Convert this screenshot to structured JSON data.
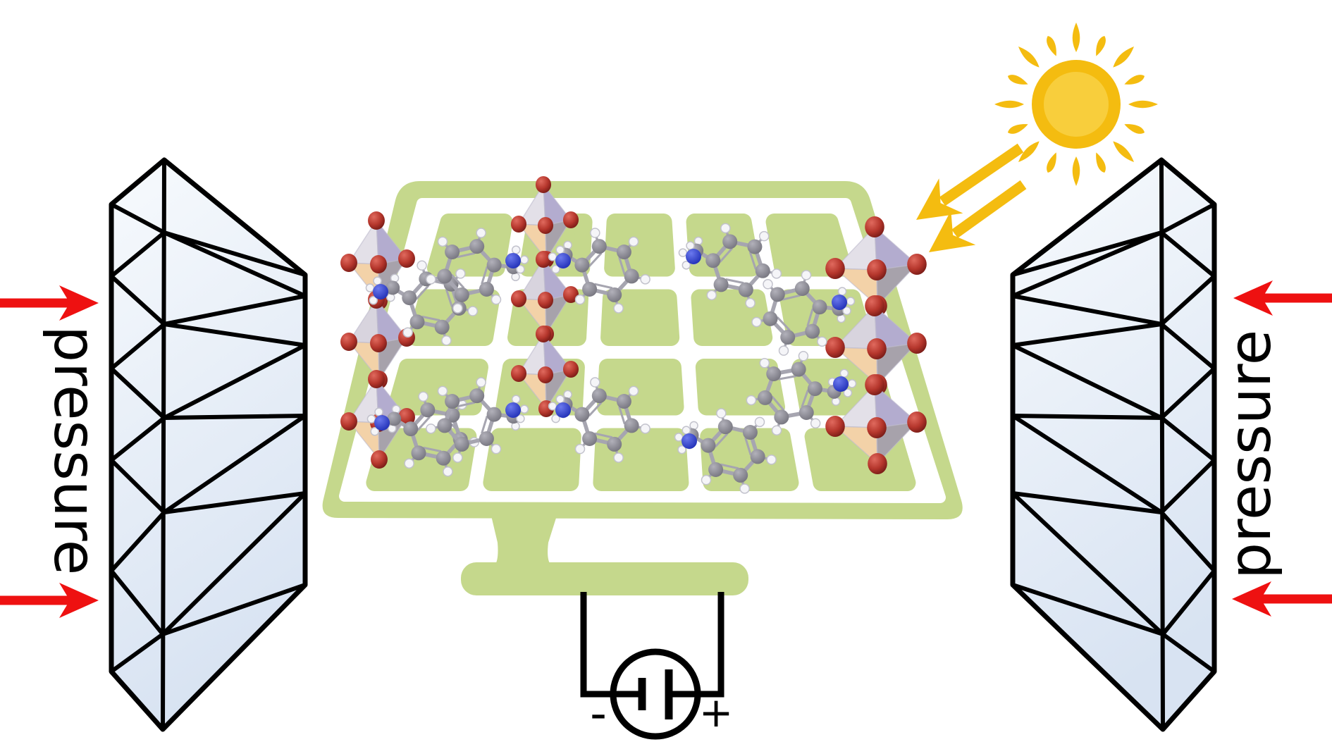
{
  "figure": {
    "type": "scientific-schematic",
    "description": "Perovskite solar cell compressed between two diamond anvils under sunlight",
    "labels": {
      "pressure_left": "pressure",
      "pressure_right": "pressure",
      "battery_minus": "-",
      "battery_plus": "+"
    },
    "colors": {
      "panel_green": "#c5d88c",
      "sun_gold": "#f4bc10",
      "sun_gold_inner": "#f8ce3c",
      "arrow_red": "#ee1111",
      "outline_black": "#000000",
      "diamond_light": "#f6f9fd",
      "diamond_dark": "#d8e3f2",
      "atom_red_hi": "#e06a5e",
      "atom_red_mid": "#c03a30",
      "atom_red_dark": "#6e1713",
      "carbon_gray": "#8b8a94",
      "nitrogen_blue": "#2f3fd4",
      "hydrogen_white": "#f5f5f8",
      "bond_gray": "#a6a5b0",
      "face_light": "#e3e0e8",
      "face_lavender": "#b3accf",
      "face_tan": "#f3d2a8",
      "face_gray": "#a7a2ab"
    },
    "icons": {
      "sun": "sun-icon",
      "sun_rays": "sun-ray",
      "sunlight_arrows": "sunlight-arrow",
      "diamond_left": "diamond-anvil-left-icon",
      "diamond_right": "diamond-anvil-right-icon",
      "pressure_arrows": "pressure-arrow",
      "solar_panel": "solar-panel-icon",
      "octahedron": "perovskite-octahedron-icon",
      "molecule": "organic-molecule-icon",
      "battery": "battery-icon"
    }
  }
}
